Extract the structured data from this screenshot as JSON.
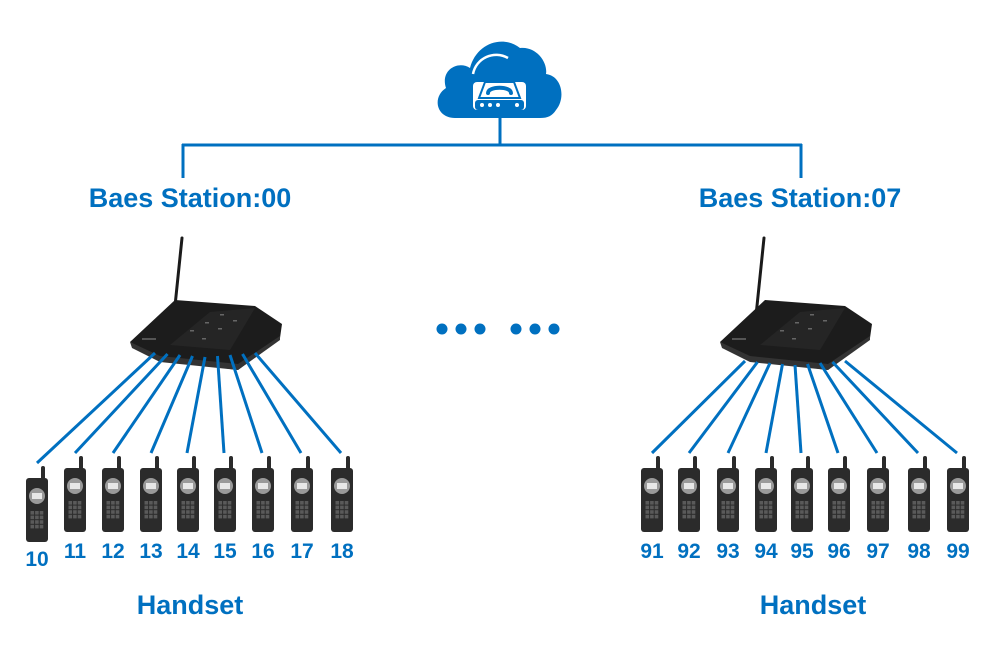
{
  "title": "DECT multi-cell network diagram",
  "colors": {
    "accent": "#0070c0",
    "device": "#2b2b2b",
    "screen": "#e8e8e8"
  },
  "cloud": {
    "icon": "cloud-phone-icon"
  },
  "ellipsis": "... ...",
  "stations": [
    {
      "label": "Baes Station:00",
      "icon": "base-station-router-icon",
      "group_label": "Handset",
      "handsets": [
        "10",
        "11",
        "12",
        "13",
        "14",
        "15",
        "16",
        "17",
        "18"
      ]
    },
    {
      "label": "Baes Station:07",
      "icon": "base-station-router-icon",
      "group_label": "Handset",
      "handsets": [
        "91",
        "92",
        "93",
        "94",
        "95",
        "96",
        "97",
        "98",
        "99"
      ]
    }
  ]
}
